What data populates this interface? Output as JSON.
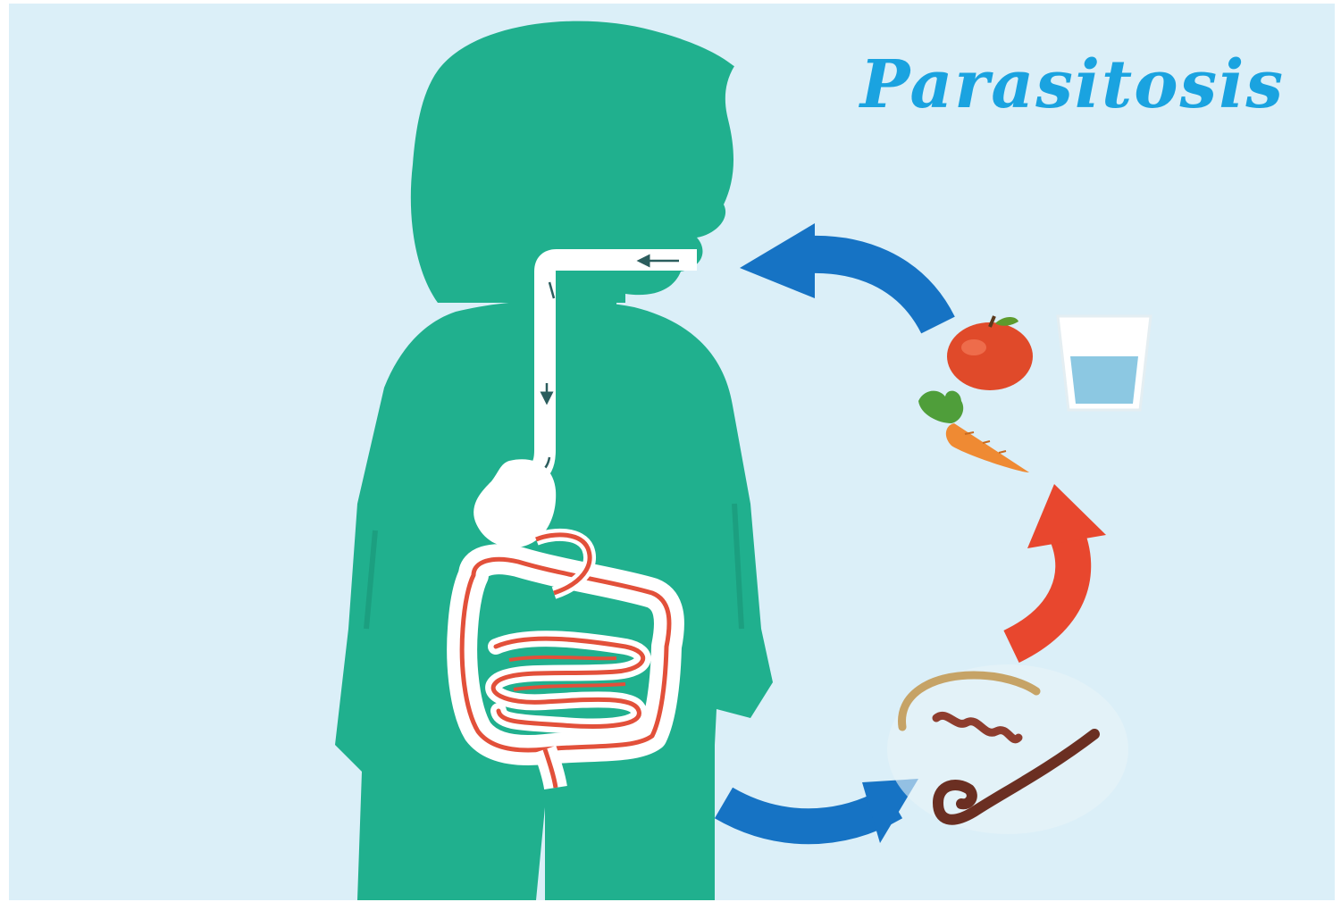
{
  "title": "Parasitosis",
  "colors": {
    "background": "#dbeff8",
    "silhouette": "#20b08e",
    "title": "#1aa3e0",
    "blue_arrow": "#1673c4",
    "red_arrow": "#e8472e",
    "intestine": "#e2503a",
    "organ": "#ffffff"
  },
  "icons": [
    "child-silhouette-icon",
    "digestive-tract-icon",
    "stomach-icon",
    "intestines-icon",
    "apple-icon",
    "water-glass-icon",
    "carrot-icon",
    "worms-icon"
  ],
  "cycle": [
    "food-and-water",
    "ingestion",
    "intestinal-infection",
    "excretion",
    "worms",
    "contamination"
  ]
}
